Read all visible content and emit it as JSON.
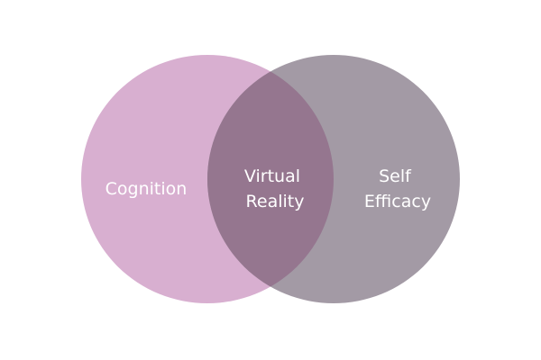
{
  "venn": {
    "sets": [
      {
        "id": "left",
        "label": "Cognition",
        "color": "#d8afd0"
      },
      {
        "id": "right",
        "label_lines": [
          "Self",
          "Efficacy"
        ],
        "color": "#a39aa5"
      }
    ],
    "intersection": {
      "label_lines": [
        "Virtual",
        "Reality"
      ],
      "color": "#95768f"
    }
  }
}
